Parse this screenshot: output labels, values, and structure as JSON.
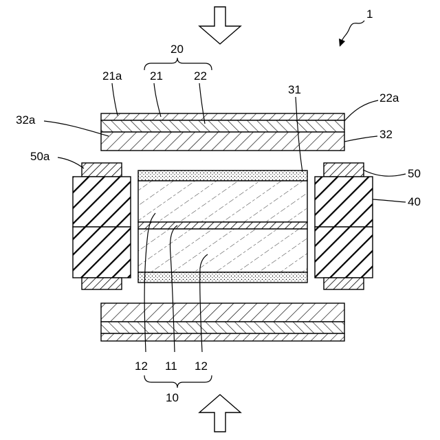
{
  "labels": {
    "device": "1",
    "group_top": "20",
    "l21a": "21a",
    "l21": "21",
    "l22": "22",
    "l31": "31",
    "l22a": "22a",
    "l32a": "32a",
    "l32": "32",
    "l50a": "50a",
    "l50": "50",
    "l40": "40",
    "l12_left": "12",
    "l11": "11",
    "l12_right": "12",
    "group_bottom": "10"
  }
}
